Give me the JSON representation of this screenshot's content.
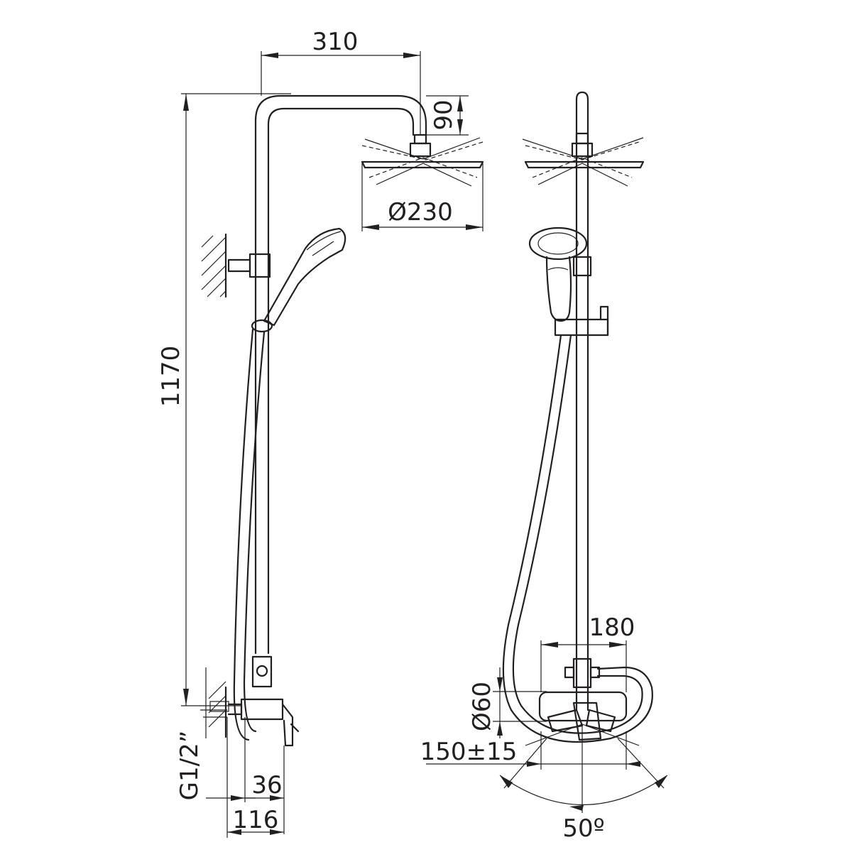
{
  "diagram": {
    "dimensions": {
      "arm_length": "310",
      "head_drop": "90",
      "head_diameter": "Ø230",
      "total_height": "1170",
      "inlet_thread": "G1/2”",
      "wall_offset_small": "36",
      "wall_offset_large": "116",
      "mixer_width": "180",
      "rosette_diameter": "Ø60",
      "inlet_spacing": "150±15",
      "handle_rotation": "50º"
    },
    "line_color": "#231f20",
    "background": "#ffffff"
  }
}
